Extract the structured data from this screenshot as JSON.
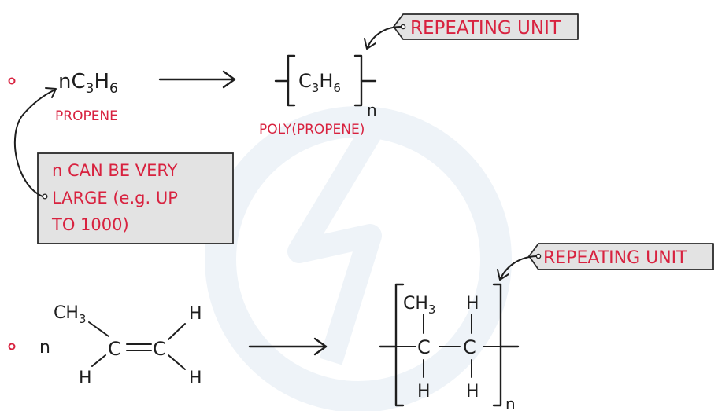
{
  "equation1": {
    "coefficient": "n",
    "reactant_formula": {
      "c": "C",
      "c_sub": "3",
      "h": "H",
      "h_sub": "6"
    },
    "reactant_name": "PROPENE",
    "product_formula": {
      "c": "C",
      "c_sub": "3",
      "h": "H",
      "h_sub": "6"
    },
    "product_subscript": "n",
    "product_name": "POLY(PROPENE)",
    "repeating_unit_label": "REPEATING UNIT",
    "note_lines": [
      "n CAN BE VERY",
      "LARGE (e.g. UP",
      "TO 1000)"
    ]
  },
  "equation2": {
    "coefficient": "n",
    "methyl_group": {
      "c": "CH",
      "sub": "3"
    },
    "carbon": "C",
    "hydrogen": "H",
    "product_subscript": "n",
    "repeating_unit_label": "REPEATING UNIT"
  },
  "colors": {
    "annotation": "#d8223f",
    "ink": "#1e1e1e",
    "note_fill": "#e3e3e3"
  }
}
